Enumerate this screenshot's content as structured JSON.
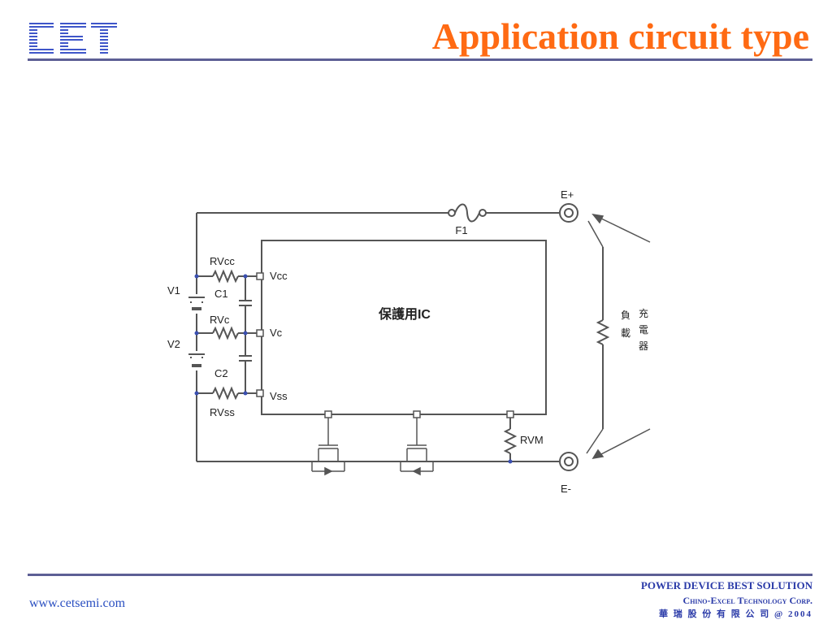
{
  "header": {
    "logo_text": "CET",
    "title": "Application circuit type"
  },
  "circuit": {
    "ic_label": "保護用IC",
    "fuse": "F1",
    "terminal_pos": "E+",
    "terminal_neg": "E-",
    "cells": [
      "V1",
      "V2"
    ],
    "capacitors": [
      "C1",
      "C2"
    ],
    "resistors": [
      "RVcc",
      "RVc",
      "RVss",
      "RVM"
    ],
    "pins": [
      "Vcc",
      "Vc",
      "Vss"
    ],
    "load_label": "負載",
    "charger_label": "充電器"
  },
  "footer": {
    "url": "www.cetsemi.com",
    "tagline": "POWER DEVICE BEST SOLUTION",
    "company": "Chino-Excel Technology Corp.",
    "company_cn": "華 瑞 股 份 有 限 公 司 @ 2004"
  }
}
